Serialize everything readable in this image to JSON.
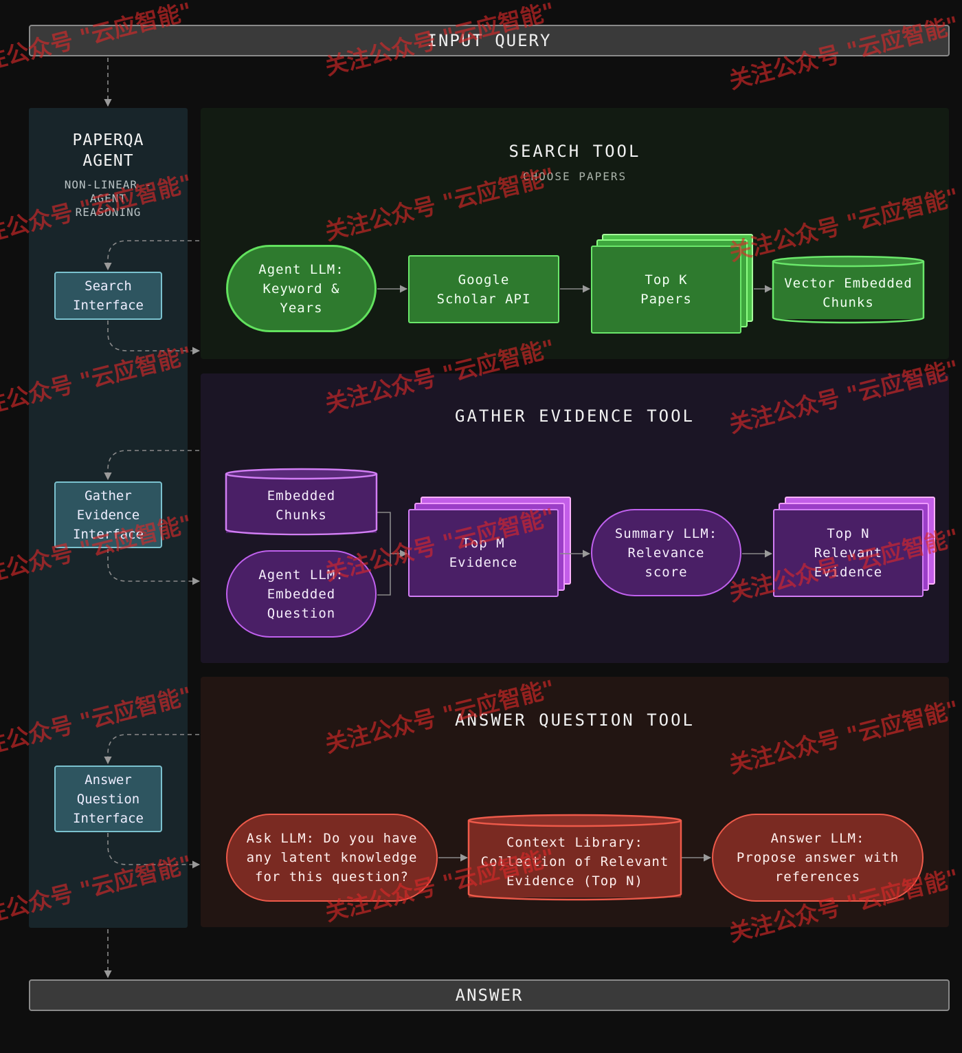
{
  "input_query": "INPUT QUERY",
  "answer": "ANSWER",
  "agent": {
    "title": "PAPERQA\nAGENT",
    "subtitle": "NON-LINEAR -\nAGENT\nREASONING",
    "interfaces": {
      "search": "Search\nInterface",
      "gather": "Gather\nEvidence\nInterface",
      "answer": "Answer\nQuestion\nInterface"
    }
  },
  "search_tool": {
    "title": "SEARCH TOOL",
    "subtitle": "CHOOSE PAPERS",
    "nodes": {
      "agent_llm": "Agent LLM:\nKeyword &\nYears",
      "scholar": "Google\nScholar API",
      "topk": "Top K\nPapers",
      "vector": "Vector Embedded\nChunks"
    }
  },
  "gather_tool": {
    "title": "GATHER EVIDENCE TOOL",
    "nodes": {
      "chunks": "Embedded\nChunks",
      "question": "Agent LLM:\nEmbedded\nQuestion",
      "topm": "Top M\nEvidence",
      "summary": "Summary LLM:\nRelevance\nscore",
      "topn": "Top N\nRelevant\nEvidence"
    }
  },
  "answer_tool": {
    "title": "ANSWER QUESTION TOOL",
    "nodes": {
      "ask": "Ask LLM: Do you have\nany latent knowledge\nfor this question?",
      "context": "Context Library:\nCollection of Relevant\nEvidence (Top N)",
      "answer_llm": "Answer LLM:\nPropose answer with\nreferences"
    }
  },
  "watermark": {
    "text": "关注公众号 \"云应智能\""
  },
  "colors": {
    "search_accent": "#62e25e",
    "gather_accent": "#c061ee",
    "answer_accent": "#ee5a4a",
    "interface_accent": "#7bc2cf"
  }
}
